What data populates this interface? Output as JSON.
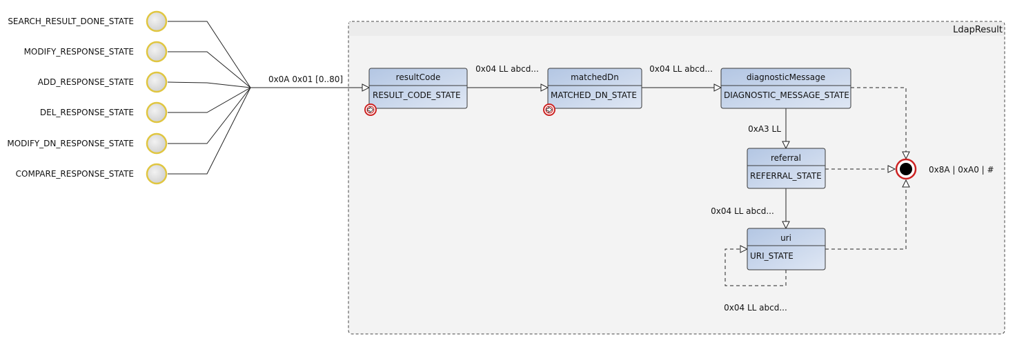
{
  "entry_states": [
    "SEARCH_RESULT_DONE_STATE",
    "MODIFY_RESPONSE_STATE",
    "ADD_RESPONSE_STATE",
    "DEL_RESPONSE_STATE",
    "MODIFY_DN_RESPONSE_STATE",
    "COMPARE_RESPONSE_STATE"
  ],
  "frame": {
    "title": "LdapResult"
  },
  "states": {
    "resultCode": {
      "name": "resultCode",
      "state": "RESULT_CODE_STATE"
    },
    "matchedDn": {
      "name": "matchedDn",
      "state": "MATCHED_DN_STATE"
    },
    "diagnosticMessage": {
      "name": "diagnosticMessage",
      "state": "DIAGNOSTIC_MESSAGE_STATE"
    },
    "referral": {
      "name": "referral",
      "state": "REFERRAL_STATE"
    },
    "uri": {
      "name": "uri",
      "state": "URI_STATE"
    }
  },
  "transitions": {
    "entry_to_resultCode": "0x0A 0x01 [0..80]",
    "resultCode_to_matchedDn": "0x04 LL abcd...",
    "matchedDn_to_diagnosticMessage": "0x04 LL abcd...",
    "diagnosticMessage_to_referral": "0xA3 LL",
    "referral_to_uri": "0x04 LL abcd...",
    "uri_self": "0x04 LL abcd...",
    "to_final": "0x8A | 0xA0 | #"
  },
  "colors": {
    "state_fill_top": "#b3c6e3",
    "state_fill_bottom": "#dde6f4",
    "state_border": "#3a3a3a",
    "entry_ring": "#e0c640",
    "entry_fill": "#e6e6e6",
    "final_ring": "#cc2222",
    "frame_fill": "#f3f3f3",
    "frame_header": "#ececec"
  }
}
